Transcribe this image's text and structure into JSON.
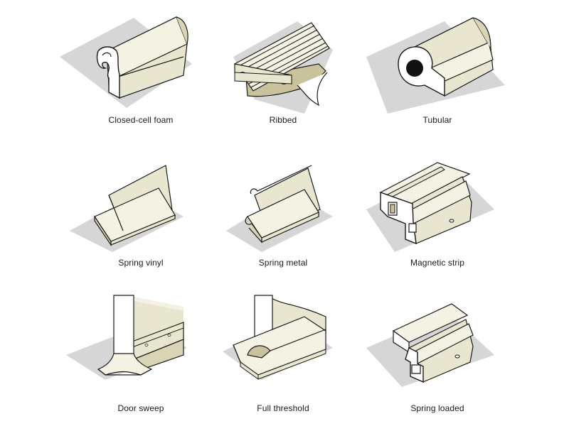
{
  "colors": {
    "face": "#e9e6cf",
    "top": "#f4f2e3",
    "side": "#d9d4b3",
    "dark": "#c9c29a",
    "shadow": "#d6d6d6",
    "outline": "#1a1a1a"
  },
  "items": [
    {
      "label": "Closed-cell foam"
    },
    {
      "label": "Ribbed"
    },
    {
      "label": "Tubular"
    },
    {
      "label": "Spring vinyl"
    },
    {
      "label": "Spring metal"
    },
    {
      "label": "Magnetic strip"
    },
    {
      "label": "Door sweep"
    },
    {
      "label": "Full threshold"
    },
    {
      "label": "Spring loaded"
    }
  ]
}
